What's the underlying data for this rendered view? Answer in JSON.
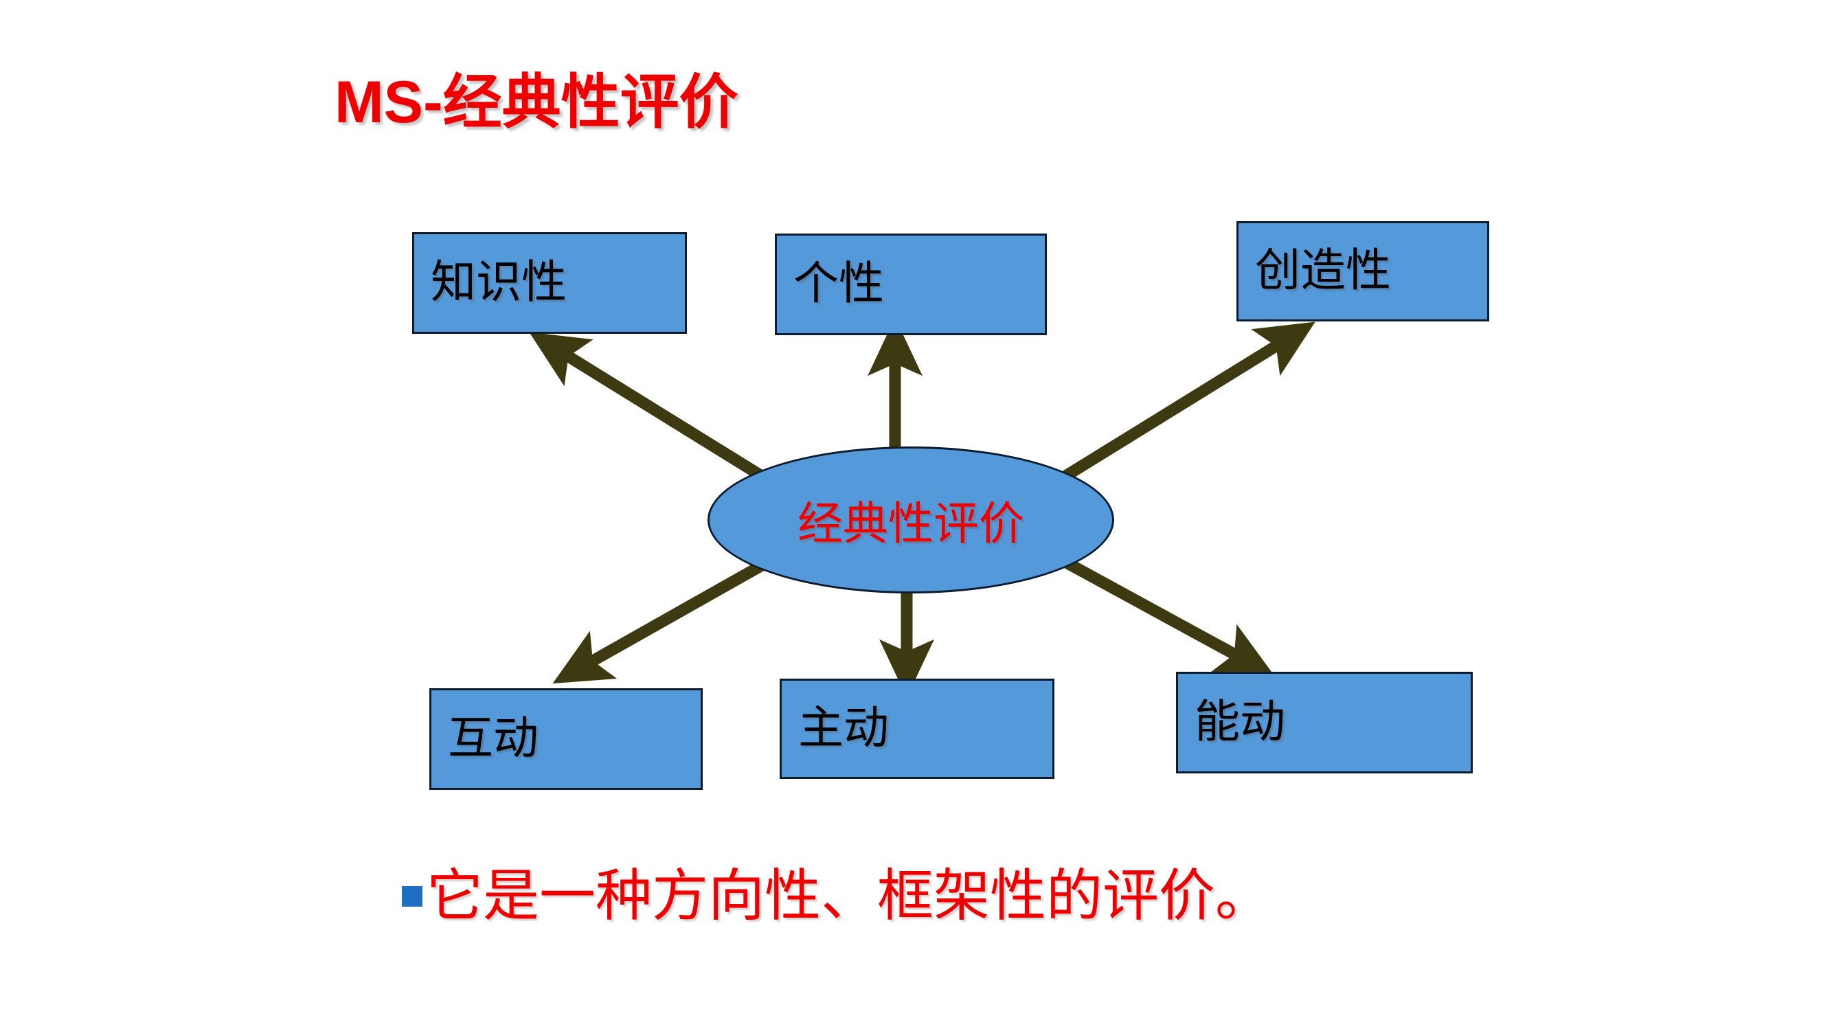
{
  "slide": {
    "title": "MS-经典性评价",
    "title_color": "#ee0000",
    "background_color": "#ffffff"
  },
  "diagram": {
    "type": "radial-hub-and-spoke",
    "center": {
      "label": "经典性评价",
      "shape": "ellipse",
      "fill_color": "#549ADB",
      "border_color": "#0d1b2e",
      "text_color": "#ee0000"
    },
    "node_fill_color": "#549ADB",
    "node_border_color": "#0d1b2e",
    "node_text_color": "#000000",
    "arrow_color": "#3d3a12",
    "nodes": [
      {
        "id": "zhishixing",
        "label": "知识性",
        "position": "top-left"
      },
      {
        "id": "gexing",
        "label": "个性",
        "position": "top-center"
      },
      {
        "id": "chuangzao",
        "label": "创造性",
        "position": "top-right"
      },
      {
        "id": "hudong",
        "label": "互动",
        "position": "bottom-left"
      },
      {
        "id": "zhudong",
        "label": "主动",
        "position": "bottom-center"
      },
      {
        "id": "nengdong",
        "label": "能动",
        "position": "bottom-right"
      }
    ],
    "edges": [
      {
        "from": "center",
        "to": "zhishixing",
        "direction": "outward"
      },
      {
        "from": "center",
        "to": "gexing",
        "direction": "outward"
      },
      {
        "from": "center",
        "to": "chuangzao",
        "direction": "outward"
      },
      {
        "from": "center",
        "to": "hudong",
        "direction": "outward"
      },
      {
        "from": "center",
        "to": "zhudong",
        "direction": "outward"
      },
      {
        "from": "center",
        "to": "nengdong",
        "direction": "outward"
      }
    ]
  },
  "bullet": {
    "marker_color": "#1F6FC4",
    "text": "它是一种方向性、框架性的评价。",
    "text_color": "#ee0000"
  }
}
